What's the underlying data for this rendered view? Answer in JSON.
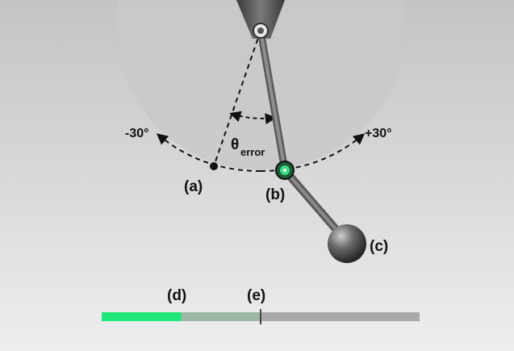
{
  "labels": {
    "minus_angle": "-30°",
    "plus_angle": "+30°",
    "theta_symbol": "θ",
    "theta_subscript": "error",
    "a": "(a)",
    "b": "(b)",
    "c": "(c)",
    "d": "(d)",
    "e": "(e)"
  },
  "progress": {
    "fill_fraction": 0.25,
    "target_fraction": 0.5
  },
  "colors": {
    "background": "#d8d8d8",
    "rod": "#6f6f6f",
    "bob": "#4a4a4a",
    "pivot_dot": "#111111",
    "joint_ring": "#2f7a4a",
    "joint_core": "#3ddc84",
    "bar_track": "#a9a9a9",
    "bar_target_zone": "#9bb8a6",
    "bar_fill": "#1ee87a",
    "target_marker": "#444444",
    "dashed": "#111111"
  }
}
